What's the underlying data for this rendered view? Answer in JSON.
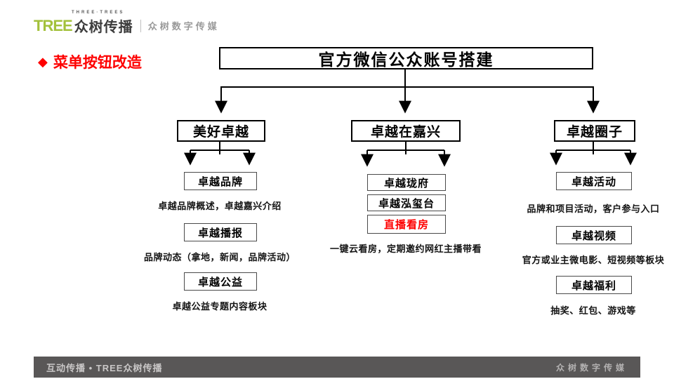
{
  "logo": {
    "tagline": "THREE·TREES",
    "tree": "TREE",
    "brand": "众树传播",
    "sub": "众树数字传媒"
  },
  "section": {
    "icon": "◆",
    "title": "菜单按钮改造"
  },
  "diagram": {
    "root": "官方微信公众账号搭建",
    "branches": [
      {
        "label": "美好卓越",
        "items": [
          {
            "type": "box",
            "label": "卓越品牌"
          },
          {
            "type": "text",
            "label": "卓越品牌概述，卓越嘉兴介绍"
          },
          {
            "type": "box",
            "label": "卓越播报"
          },
          {
            "type": "text",
            "label": "品牌动态（拿地，新闻，品牌活动）"
          },
          {
            "type": "box",
            "label": "卓越公益"
          },
          {
            "type": "text",
            "label": "卓越公益专题内容板块"
          }
        ]
      },
      {
        "label": "卓越在嘉兴",
        "items": [
          {
            "type": "box",
            "label": "卓越珑府"
          },
          {
            "type": "box",
            "label": "卓越泓玺台"
          },
          {
            "type": "box",
            "label": "直播看房",
            "highlight": true
          },
          {
            "type": "text",
            "label": "一键云看房，定期邀约网红主播带看"
          }
        ]
      },
      {
        "label": "卓越圈子",
        "items": [
          {
            "type": "box",
            "label": "卓越活动"
          },
          {
            "type": "text",
            "label": "品牌和项目活动，客户参与入口"
          },
          {
            "type": "box",
            "label": "卓越视频"
          },
          {
            "type": "text",
            "label": "官方或业主微电影、短视频等板块"
          },
          {
            "type": "box",
            "label": "卓越福利"
          },
          {
            "type": "text",
            "label": "抽奖、红包、游戏等"
          }
        ]
      }
    ]
  },
  "footer": {
    "left": "互动传播 • TREE众树传播",
    "right": "众树数字传媒"
  },
  "colors": {
    "accent_red": "#fe0000",
    "logo_green": "#a3c13c",
    "footer_bg": "#595757",
    "line_black": "#000000"
  }
}
